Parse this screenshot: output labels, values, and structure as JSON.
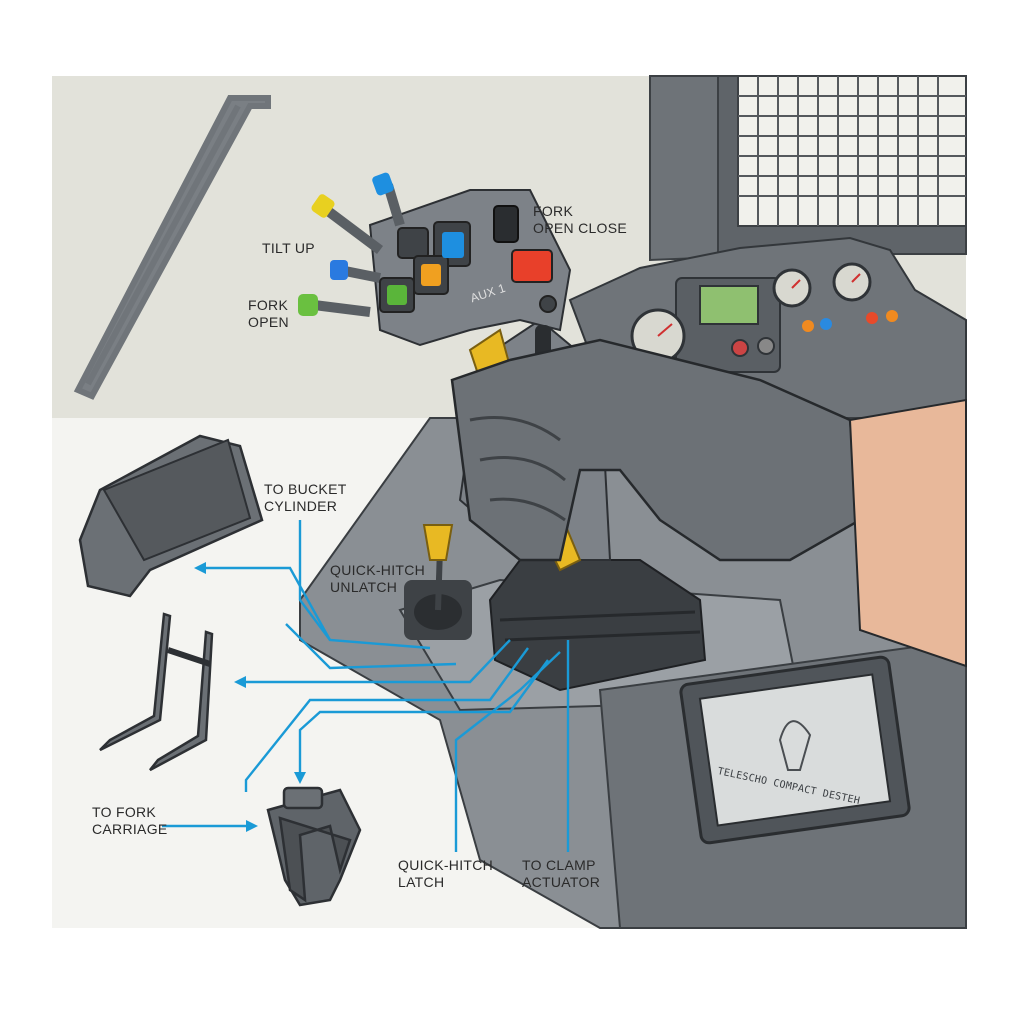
{
  "labels": {
    "tilt_up": "TILT UP",
    "fork_open_left": [
      "FORK",
      "OPEN"
    ],
    "fork_open_close": [
      "FORK",
      "OPEN CLOSE"
    ],
    "aux1": "AUX 1",
    "to_bucket_cylinder": [
      "TO BUCKET",
      "CYLINDER"
    ],
    "quick_hitch_unlatch": [
      "QUICK-HITCH",
      "UNLATCH"
    ],
    "to_fork_carriage": [
      "TO FORK",
      "CARRIAGE"
    ],
    "quick_hitch_latch": [
      "QUICK-HITCH",
      "LATCH"
    ],
    "to_clamp_actuator": [
      "TO CLAMP",
      "ACTUATOR"
    ],
    "screen_text": "TELESCHO COMPACT DESTEH"
  },
  "colors": {
    "line_blue": "#1a9ad6",
    "handle_yellow": "#e8b923",
    "body_gray": "#7d8288",
    "background_wall": "#e2e2da"
  },
  "buttons": [
    {
      "name": "green-button",
      "color": "#5ab53a"
    },
    {
      "name": "orange-button",
      "color": "#f0a020"
    },
    {
      "name": "blue-button",
      "color": "#1e8fe0"
    },
    {
      "name": "red-button",
      "color": "#e8402a"
    }
  ],
  "icons": [
    "bucket-icon",
    "forks-icon",
    "clamp-icon",
    "glove-icon",
    "joystick-icon",
    "screen-icon"
  ]
}
